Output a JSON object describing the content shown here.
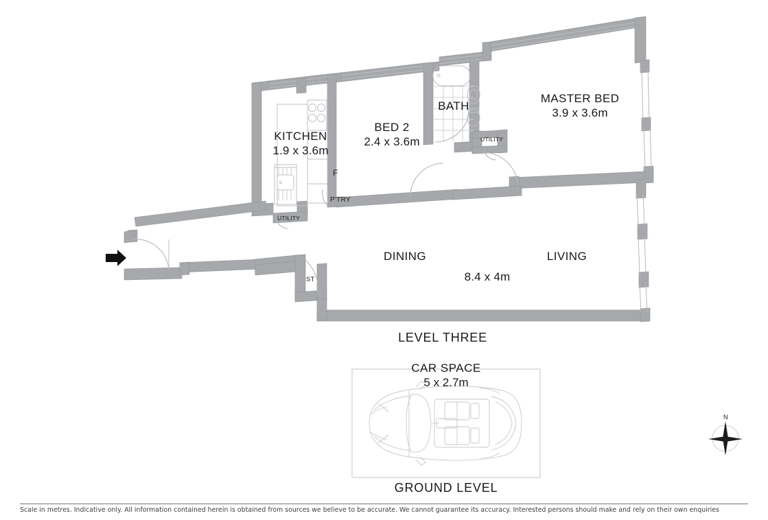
{
  "document": {
    "type": "floor-plan",
    "levels": [
      "LEVEL THREE",
      "GROUND LEVEL"
    ]
  },
  "colors": {
    "wall_fill": "#a6a8ab",
    "wall_stroke": "#8f9295",
    "fixture_stroke": "#b9babd",
    "text": "#17181a",
    "footer_text": "#3a3a3c",
    "background": "#ffffff"
  },
  "level_three": {
    "caption": "LEVEL THREE",
    "rooms": [
      {
        "id": "kitchen",
        "name": "KITCHEN",
        "dimensions": "1.9 x 3.6m"
      },
      {
        "id": "bed2",
        "name": "BED 2",
        "dimensions": "2.4 x 3.6m"
      },
      {
        "id": "bath",
        "name": "BATH",
        "dimensions": ""
      },
      {
        "id": "master_bed",
        "name": "MASTER BED",
        "dimensions": "3.9 x 3.6m"
      },
      {
        "id": "dining",
        "name": "DINING",
        "dimensions": ""
      },
      {
        "id": "living",
        "name": "LIVING",
        "dimensions": ""
      }
    ],
    "open_plan_dimensions": "8.4 x 4m",
    "annotations": [
      {
        "id": "utility_kitchen",
        "label": "UTILITY"
      },
      {
        "id": "utility_bath",
        "label": "UTILITY"
      },
      {
        "id": "pantry",
        "label": "P'TRY"
      },
      {
        "id": "fridge",
        "label": "F"
      },
      {
        "id": "store",
        "label": "ST"
      }
    ],
    "entry_marker": "entry-arrow"
  },
  "ground_level": {
    "caption": "GROUND LEVEL",
    "car_space": {
      "name": "CAR SPACE",
      "dimensions": "5 x 2.7m"
    }
  },
  "compass": {
    "north_label": "N"
  },
  "footer": {
    "disclaimer": "Scale in metres. Indicative only. All information contained herein is obtained from sources we believe to be accurate. We cannot guarantee its accuracy. Interested persons should make and rely on their own enquiries"
  }
}
